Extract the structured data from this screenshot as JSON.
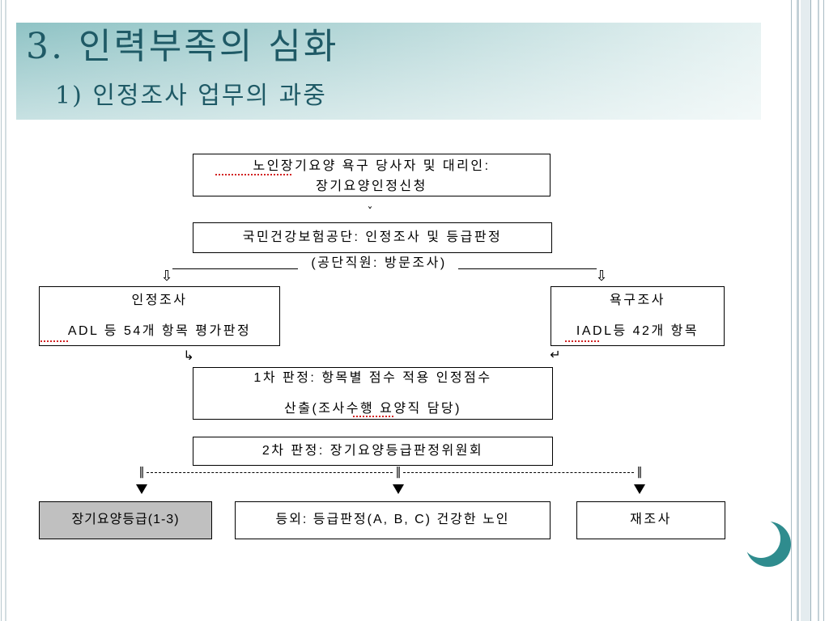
{
  "slide": {
    "title": "3. 인력부족의 심화",
    "subtitle": "1) 인정조사 업무의 과중"
  },
  "flowchart": {
    "application": {
      "line1": "노인장기요양 욕구 당사자 및 대리인:",
      "line2": "장기요양인정신청"
    },
    "small_arrow": "ˇ",
    "nhis": "국민건강보험공단: 인정조사 및 등급판정",
    "visit_note": "(공단직원: 방문조사)",
    "branch_arrow": "⇩",
    "certification": {
      "title": "인정조사",
      "detail": "ADL 등 54개 항목 평가판정"
    },
    "needs": {
      "title": "욕구조사",
      "detail": "IADL등 42개 항목"
    },
    "merge_left_arrow": "↳",
    "merge_right_arrow": "↵",
    "first_judgment": {
      "line1": "1차 판정: 항목별 점수 적용 인정점수",
      "line2": "산출(조사수행 요양직 담당)"
    },
    "second_judgment": "2차 판정: 장기요양등급판정위원회",
    "split_mark": "‖",
    "outcomes": {
      "grade": "장기요양등급(1-3)",
      "ineligible": "등외: 등급판정(A, B, C) 건강한 노인",
      "reinvestigation": "재조사"
    }
  },
  "icons": [
    "down-triangle-icon",
    "accent-circle-icon"
  ],
  "colors": {
    "title": "#1f5a66",
    "band_start": "#8fc3c5",
    "band_end": "#e6f2f2",
    "accent": "#2f8c8e",
    "grade_fill": "#c0c0c0",
    "spellcheck": "#d22222"
  }
}
